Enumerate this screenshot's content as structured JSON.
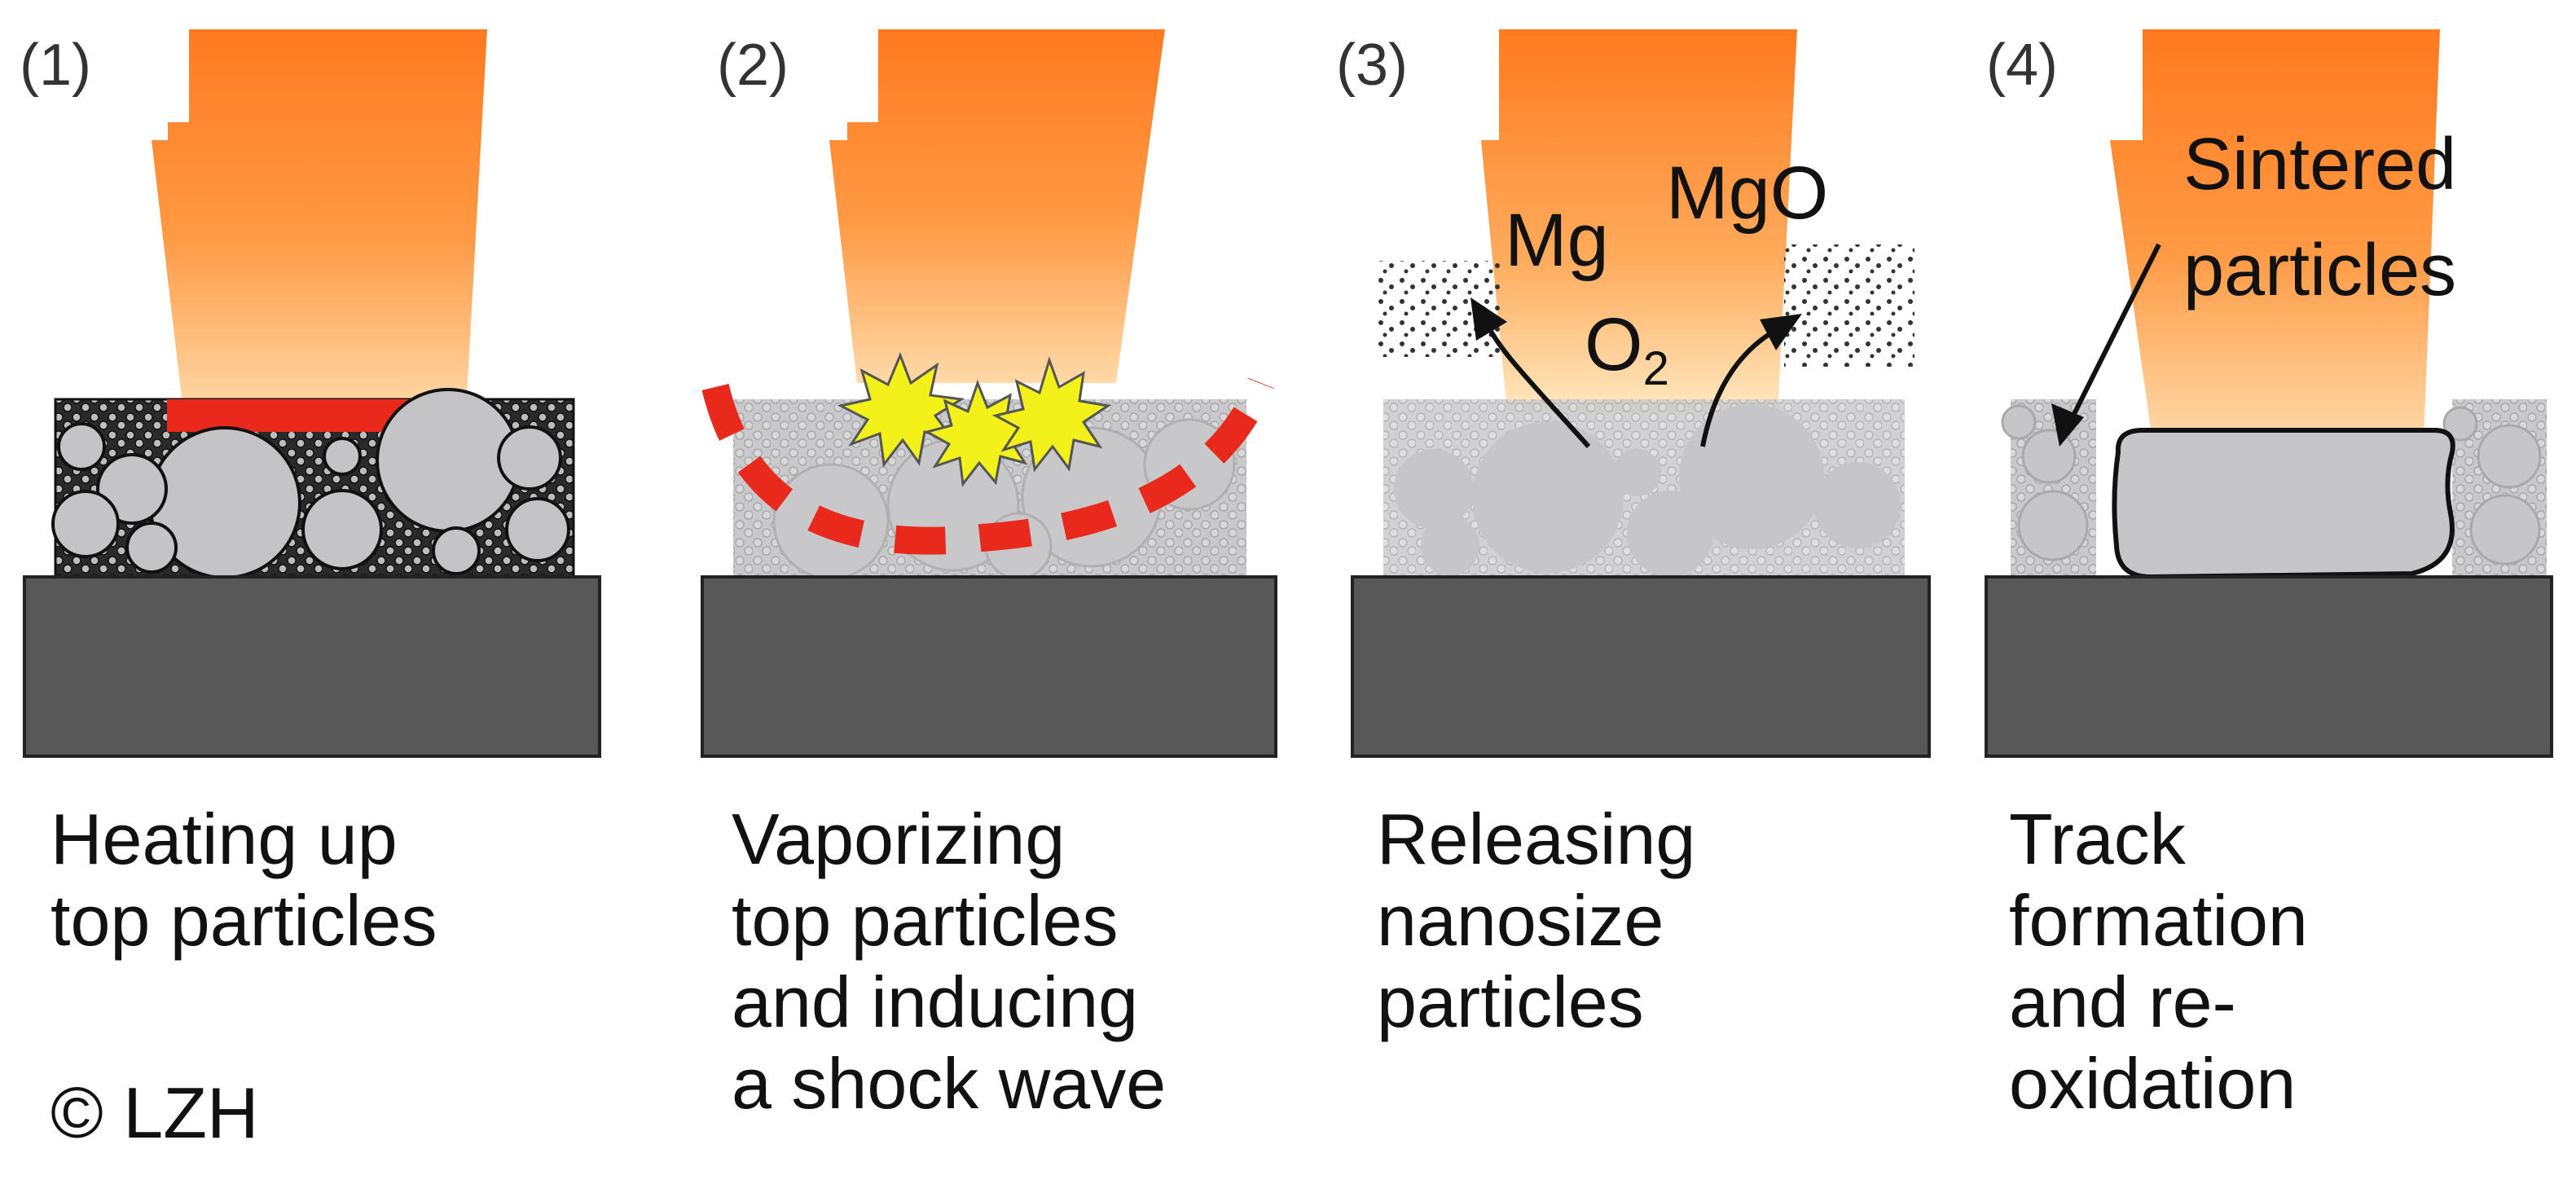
{
  "panels": [
    {
      "number": "(1)",
      "caption": [
        "Heating up",
        "top particles"
      ]
    },
    {
      "number": "(2)",
      "caption": [
        "Vaporizing",
        "top particles",
        "and inducing",
        "a shock wave"
      ]
    },
    {
      "number": "(3)",
      "caption": [
        "Releasing",
        "nanosize",
        "particles"
      ]
    },
    {
      "number": "(4)",
      "caption": [
        "Track",
        "formation",
        "and re-",
        "oxidation"
      ]
    }
  ],
  "labels": {
    "mg": "Mg",
    "mgo": "MgO",
    "o2_main": "O",
    "o2_sub": "2",
    "sintered": [
      "Sintered",
      "particles"
    ]
  },
  "copyright": "© LZH",
  "colors": {
    "laser_top": "#ff7a1f",
    "laser_bottom": "#ffd6a0",
    "substrate": "#585858",
    "particle": "#c4c4c6",
    "heated_zone": "#e8291c",
    "shock_wave": "#e8291c",
    "vapor_burst": "#f2f21a"
  }
}
